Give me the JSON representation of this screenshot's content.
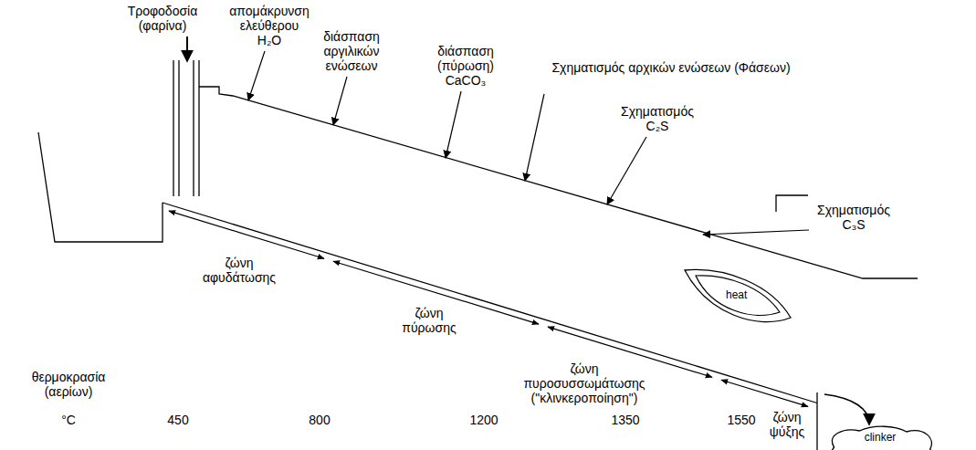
{
  "diagram": {
    "nodes": [
      {
        "text": [
          "heat"
        ]
      },
      {
        "text": [
          "clinker"
        ]
      }
    ],
    "labels": [
      "Τροφοδοσία (φαρίνα)",
      "απομάκρυνση ελεύθερου H₂O",
      "διάσπαση αργιλικών ενώσεων",
      "διάσπαση (πύρωση) CaCO₃",
      "Σχηματισμός αρχικών ενώσεων (Φάσεων)",
      "Σχηματισμός C₂S",
      "Σχηματισμός C₃S",
      "ζώνη αφυδάτωσης",
      "ζώνη πύρωσης",
      "ζώνη πυροσυσσωμάτωσης (\"κλινκεροποίηση\")",
      "ζώνη ψύξης",
      "θερμοκρασία (αερίων)",
      "°C",
      "450",
      "800",
      "1200",
      "1350",
      "1550"
    ]
  }
}
